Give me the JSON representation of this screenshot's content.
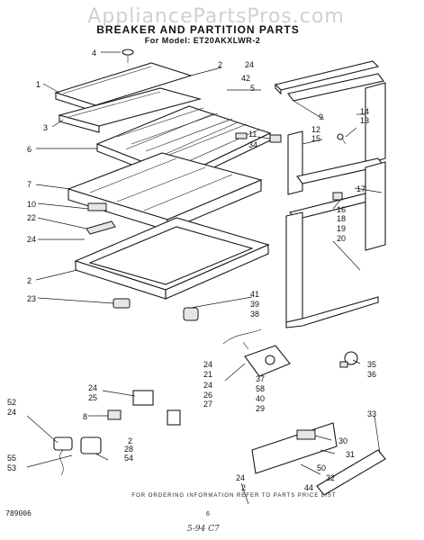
{
  "header": {
    "watermark": "AppliancePartsPros.com",
    "title": "BREAKER AND PARTITION PARTS",
    "subtitle": "For Model: ET20AKXLWR-2"
  },
  "footer": {
    "note": "FOR ORDERING INFORMATION REFER TO PARTS PRICE LIST",
    "doc_number": "789006",
    "page_number": "6",
    "handwritten": "5-94  C7"
  },
  "callouts": [
    "1",
    "2",
    "3",
    "4",
    "5",
    "6",
    "7",
    "8",
    "9",
    "10",
    "11",
    "12",
    "13",
    "14",
    "15",
    "16",
    "17",
    "18",
    "19",
    "20",
    "22",
    "23",
    "24",
    "25",
    "26",
    "27",
    "28",
    "29",
    "30",
    "31",
    "32",
    "33",
    "34",
    "35",
    "36",
    "37",
    "38",
    "39",
    "40",
    "41",
    "42",
    "44",
    "50",
    "52",
    "53",
    "54",
    "55",
    "58"
  ]
}
